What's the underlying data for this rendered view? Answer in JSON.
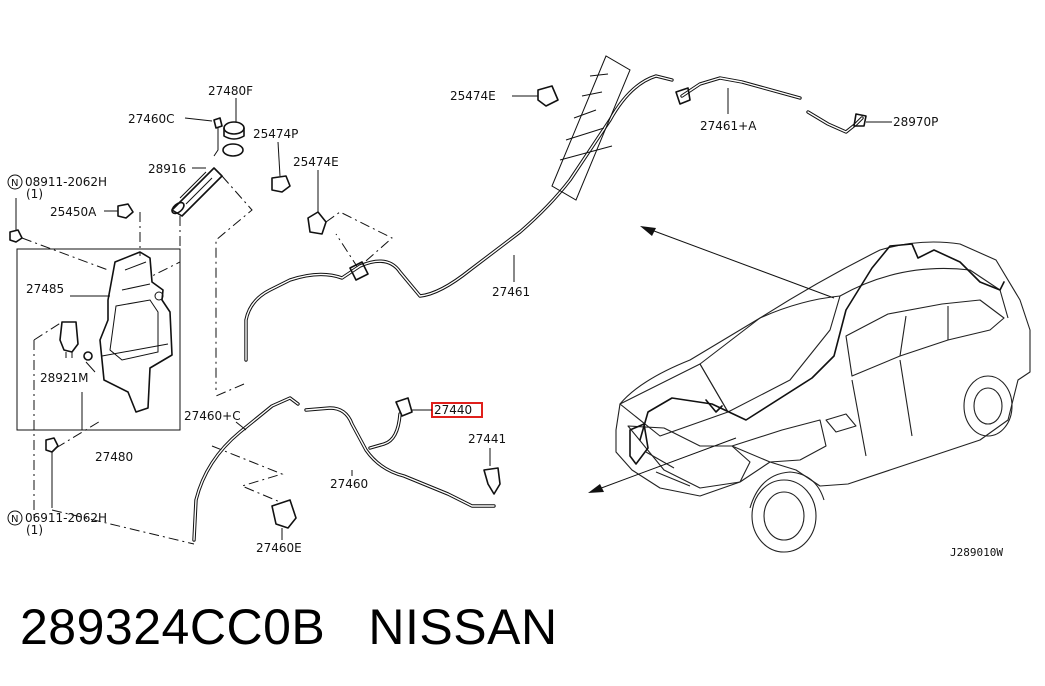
{
  "diagram": {
    "drawing_code": "J289010W",
    "labels": {
      "p27480F": "27480F",
      "p27460C": "27460C",
      "p28916": "28916",
      "p25474P": "25474P",
      "p25474E_a": "25474E",
      "p25474E_b": "25474E",
      "p08911_top": "08911-2062H",
      "p08911_top_qty": "(1)",
      "p25450A": "25450A",
      "p27485": "27485",
      "p28921M": "28921M",
      "p27480": "27480",
      "p08911_bot": "06911-2062H",
      "p08911_bot_qty": "(1)",
      "p27460plusC": "27460+C",
      "p27460": "27460",
      "p27460E": "27460E",
      "p27440": "27440",
      "p27441": "27441",
      "p27461": "27461",
      "p27461plusA": "27461+A",
      "p28970P": "28970P"
    },
    "circled_prefix": "N",
    "highlight_part": "27440",
    "highlight_color": "#e0201c"
  },
  "caption": {
    "part_number": "289324CC0B",
    "brand": "NISSAN",
    "text": "289324CC0B   NISSAN"
  }
}
